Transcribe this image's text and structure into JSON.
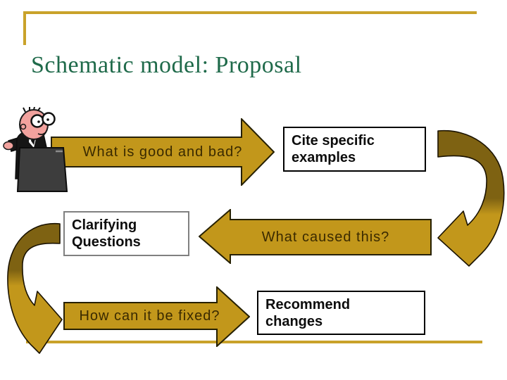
{
  "title": "Schematic model: Proposal",
  "flow": {
    "step1": {
      "arrow_label": "What is good and bad?",
      "box_label": "Cite specific examples"
    },
    "step2": {
      "box_label": "Clarifying Questions",
      "arrow_label": "What caused this?"
    },
    "step3": {
      "arrow_label": "How can it be fixed?",
      "box_label": "Recommend changes"
    }
  },
  "icons": {
    "presenter": "presenter-at-podium-clipart",
    "curved_arrow_right": "curved-arrow-pointing-left-down",
    "curved_arrow_left": "curved-arrow-pointing-right-down"
  },
  "colors": {
    "arrow_gold": "#C2971B",
    "arrow_gold_dark": "#7E6212",
    "arrow_outline": "#262000",
    "title_green": "#1F6A4A",
    "line_gold": "#C9A22A",
    "box_border_dark": "#000000",
    "box_border_gray": "#808080"
  }
}
